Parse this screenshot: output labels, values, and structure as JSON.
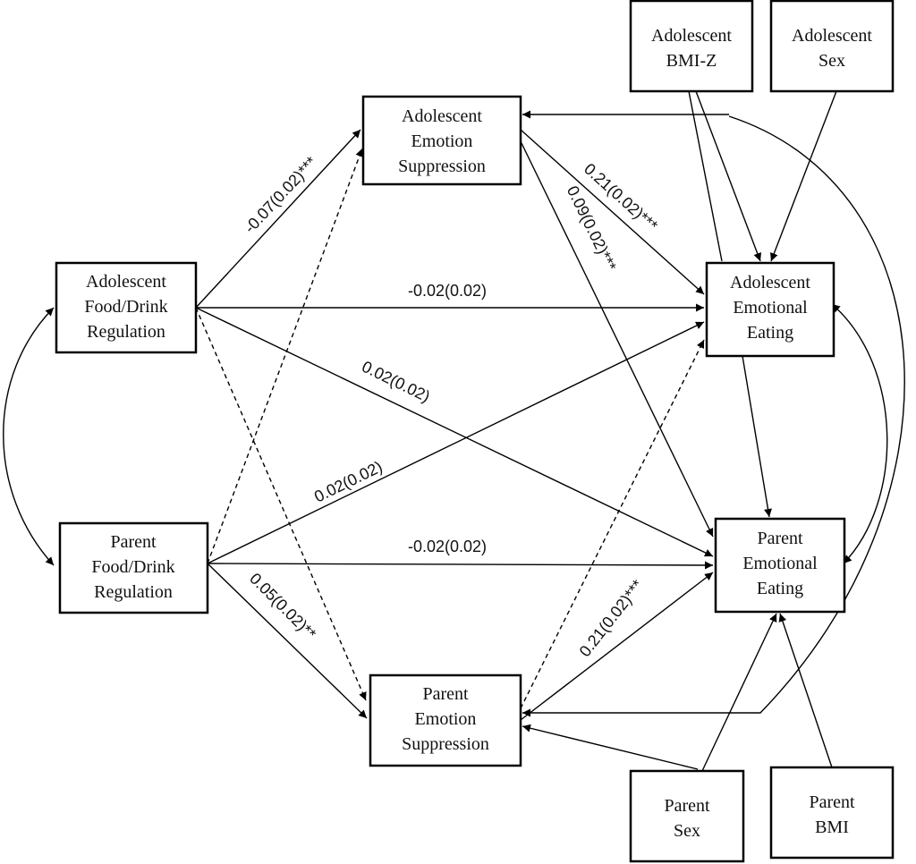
{
  "nodes": {
    "adol_food_drink_regulation": {
      "lines": [
        "Adolescent",
        "Food/Drink",
        "Regulation"
      ]
    },
    "parent_food_drink_regulation": {
      "lines": [
        "Parent",
        "Food/Drink",
        "Regulation"
      ]
    },
    "adol_emotion_suppression": {
      "lines": [
        "Adolescent",
        "Emotion",
        "Suppression"
      ]
    },
    "parent_emotion_suppression": {
      "lines": [
        "Parent",
        "Emotion",
        "Suppression"
      ]
    },
    "adol_emotional_eating": {
      "lines": [
        "Adolescent",
        "Emotional",
        "Eating"
      ]
    },
    "parent_emotional_eating": {
      "lines": [
        "Parent",
        "Emotional",
        "Eating"
      ]
    },
    "adol_bmi_z": {
      "lines": [
        "Adolescent",
        "BMI-Z"
      ]
    },
    "adol_sex": {
      "lines": [
        "Adolescent",
        "Sex"
      ]
    },
    "parent_sex": {
      "lines": [
        "Parent",
        "Sex"
      ]
    },
    "parent_bmi": {
      "lines": [
        "Parent",
        "BMI"
      ]
    }
  },
  "coefficients": {
    "adol_reg_to_adol_supp": "-0.07(0.02)***",
    "adol_reg_to_adol_eat": "-0.02(0.02)",
    "adol_reg_to_parent_eat": "0.02(0.02)",
    "parent_reg_to_adol_eat": "0.02(0.02)",
    "parent_reg_to_parent_eat": "-0.02(0.02)",
    "parent_reg_to_parent_supp": "0.05(0.02)**",
    "adol_supp_to_adol_eat": "0.21(0.02)***",
    "adol_supp_to_parent_eat": "0.09(0.02)***",
    "parent_supp_to_parent_eat": "0.21(0.02)***"
  },
  "styles": {
    "line_color": "#000000",
    "box_border_color": "#000000",
    "text_color": "#111111",
    "background": "#ffffff"
  }
}
